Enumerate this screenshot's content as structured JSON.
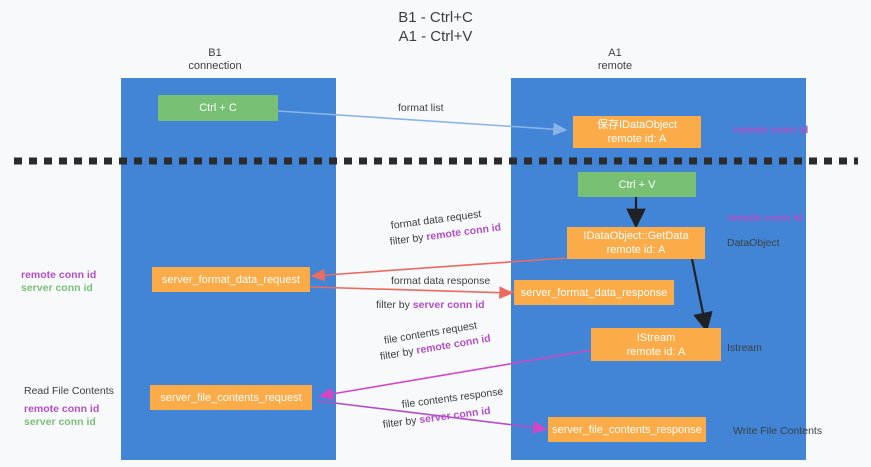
{
  "title": {
    "line1": "B1 - Ctrl+C",
    "line2": "A1 - Ctrl+V"
  },
  "columns": [
    {
      "name": "B1",
      "sub": "connection"
    },
    {
      "name": "A1",
      "sub": "remote"
    }
  ],
  "boxes": {
    "ctrl_c": "Ctrl + C",
    "ctrl_v": "Ctrl + V",
    "save_dataobject_l1": "保存IDataObject",
    "save_dataobject_l2": "remote id: A",
    "getdata_l1": "IDataObject::GetData",
    "getdata_l2": "remote id: A",
    "istream_l1": "IStream",
    "istream_l2": "remote id: A",
    "server_format_data_request": "server_format_data_request",
    "server_format_data_response": "server_format_data_response",
    "server_file_contents_request": "server_file_contents_request",
    "server_file_contents_response": "server_file_contents_response"
  },
  "edge_labels": {
    "format_list": "format list",
    "format_data_request": "format data request",
    "format_data_request_filter_prefix": "filter by ",
    "format_data_request_filter_key": "remote conn id",
    "format_data_response": "format data response",
    "format_data_response_filter_prefix": "filter by ",
    "format_data_response_filter_key": "server conn id",
    "file_contents_request": "file contents request",
    "file_contents_request_filter_prefix": "filter by ",
    "file_contents_request_filter_key": "remote conn id",
    "file_contents_response": "file contents response",
    "file_contents_response_filter_prefix": "filter by ",
    "file_contents_response_filter_key": "server conn id"
  },
  "side_labels": {
    "right_remote_conn_id_top": "remote conn id",
    "right_remote_conn_id_mid": "remote conn id",
    "right_dataobject": "DataObject",
    "right_istream": "Istream",
    "right_write_file_contents": "Write File Contents",
    "left_remote_conn_id_mid": "remote conn id",
    "left_server_conn_id_mid": "server conn id",
    "left_read_file_contents": "Read File Contents",
    "left_remote_conn_id_bottom": "remote conn id",
    "left_server_conn_id_bottom": "server conn id"
  },
  "colors": {
    "column_blue": "#4285d6",
    "box_orange": "#fbab48",
    "box_green": "#77c074",
    "arrow_lightblue": "#8ab4e8",
    "arrow_red": "#ea6b62",
    "arrow_magenta": "#d447c4",
    "arrow_black": "#202124",
    "text_purple": "#b24fc6",
    "text_green": "#7cbf7a",
    "page_background": "#f8f9fa"
  }
}
